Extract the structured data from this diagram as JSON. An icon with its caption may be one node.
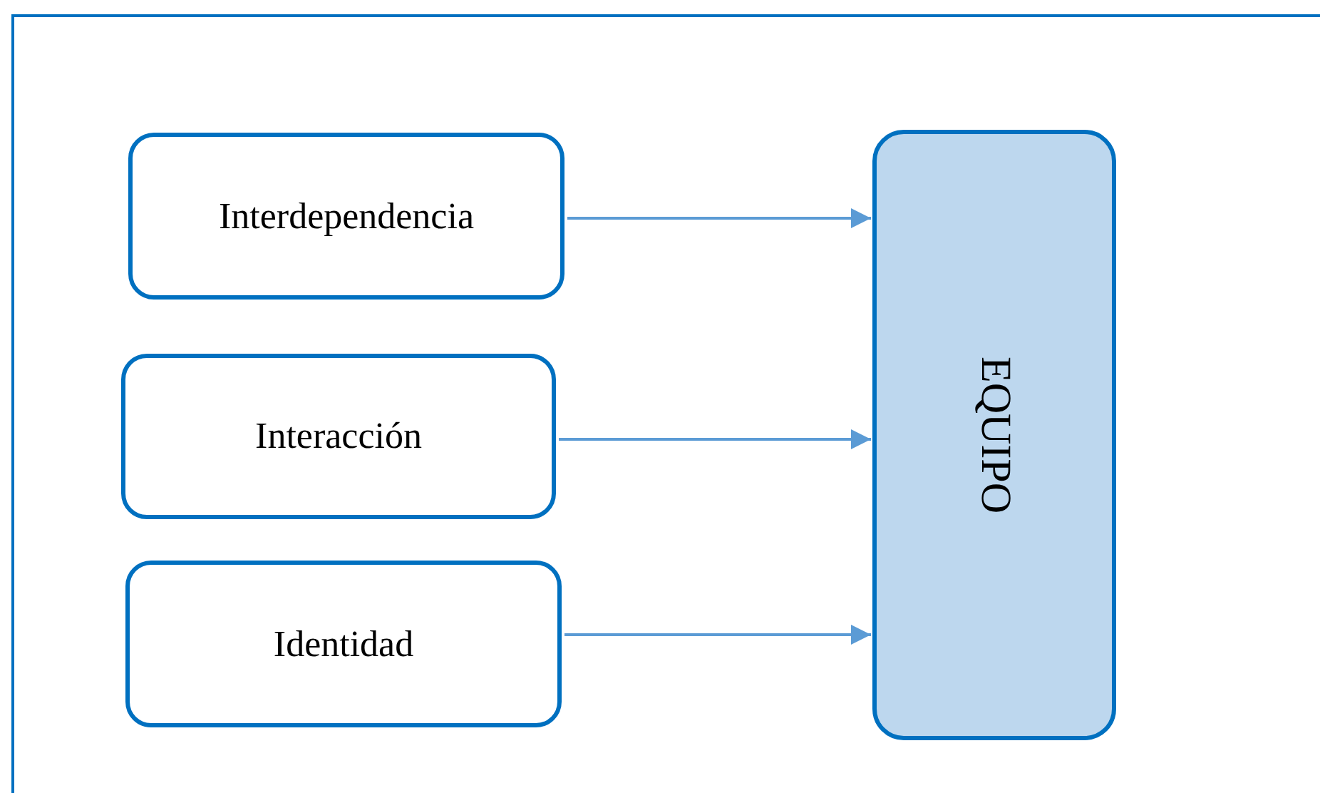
{
  "diagram": {
    "nodes": [
      {
        "text": [
          "Interdependencia"
        ]
      },
      {
        "text": [
          "Interacción"
        ]
      },
      {
        "text": [
          "Identidad"
        ]
      },
      {
        "text": [
          "EQUIPO"
        ]
      }
    ],
    "edges": [
      {
        "from": 0,
        "to": 3,
        "arrow": "to"
      },
      {
        "from": 1,
        "to": 3,
        "arrow": "to"
      },
      {
        "from": 2,
        "to": 3,
        "arrow": "to"
      }
    ]
  }
}
